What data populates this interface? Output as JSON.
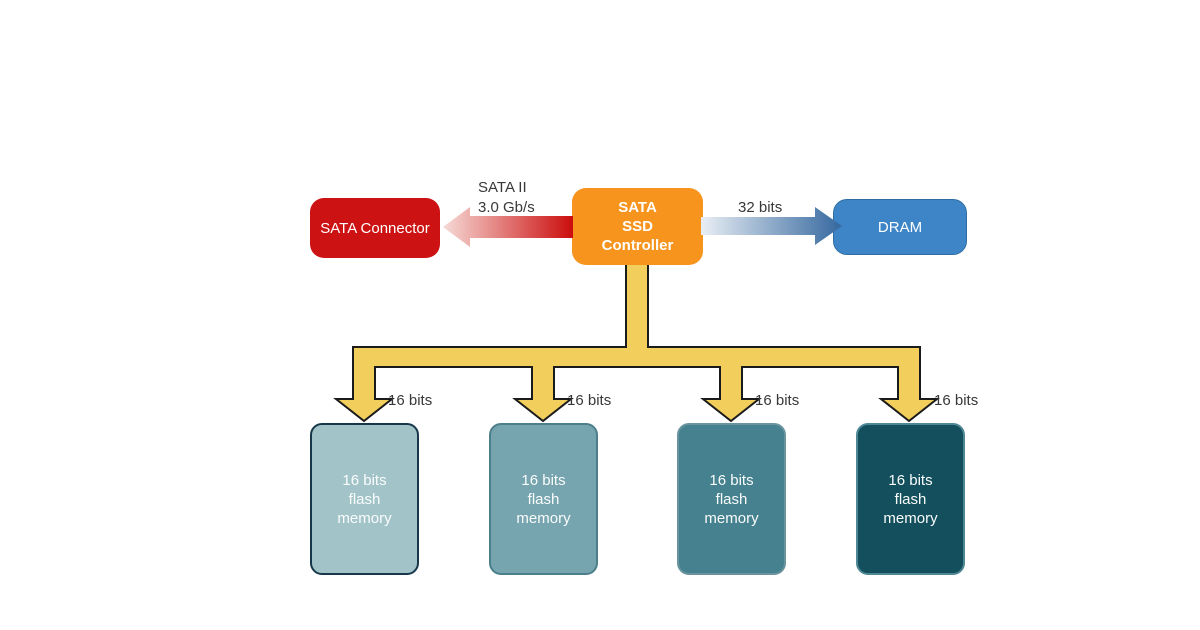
{
  "diagram": {
    "description": "SATA SSD architecture block diagram"
  },
  "colors": {
    "background": "#ffffff",
    "bus_tree_fill": "#f2ce5c",
    "bus_tree_outline": "#1b1b1b",
    "label_text": "#383838",
    "sata_gradient_from": "#f6dad6",
    "sata_gradient_to": "#cb0d0d",
    "dram_gradient_from": "#e9eef4",
    "dram_gradient_to": "#35689f"
  },
  "nodes": {
    "sata_connector": {
      "label": "SATA Connector",
      "fill": "#cc1212",
      "text_color": "#ffffff"
    },
    "ssd_controller": {
      "lines": [
        "SATA",
        "SSD",
        "Controller"
      ],
      "fill": "#f7941d",
      "text_color": "#ffffff"
    },
    "dram": {
      "label": "DRAM",
      "fill": "#3d85c6",
      "text_color": "#ffffff"
    },
    "flash_modules": [
      {
        "lines": [
          "16 bits",
          "flash",
          "memory"
        ],
        "fill": "#a2c4c9",
        "border": "#16384a",
        "text_color": "#fafcfc"
      },
      {
        "lines": [
          "16 bits",
          "flash",
          "memory"
        ],
        "fill": "#76a5af",
        "border": "#4d7f8b",
        "text_color": "#fafcfc"
      },
      {
        "lines": [
          "16 bits",
          "flash",
          "memory"
        ],
        "fill": "#45818e",
        "border": "#69939d",
        "text_color": "#fafcfc"
      },
      {
        "lines": [
          "16 bits",
          "flash",
          "memory"
        ],
        "fill": "#134f5c",
        "border": "#4f8795",
        "text_color": "#fafcfc"
      }
    ]
  },
  "links": {
    "sata": {
      "lines": [
        "SATA II",
        "3.0 Gb/s"
      ]
    },
    "dram": {
      "label": "32 bits"
    },
    "flash": {
      "labels": [
        "16 bits",
        "16 bits",
        "16 bits",
        "16 bits"
      ]
    }
  }
}
